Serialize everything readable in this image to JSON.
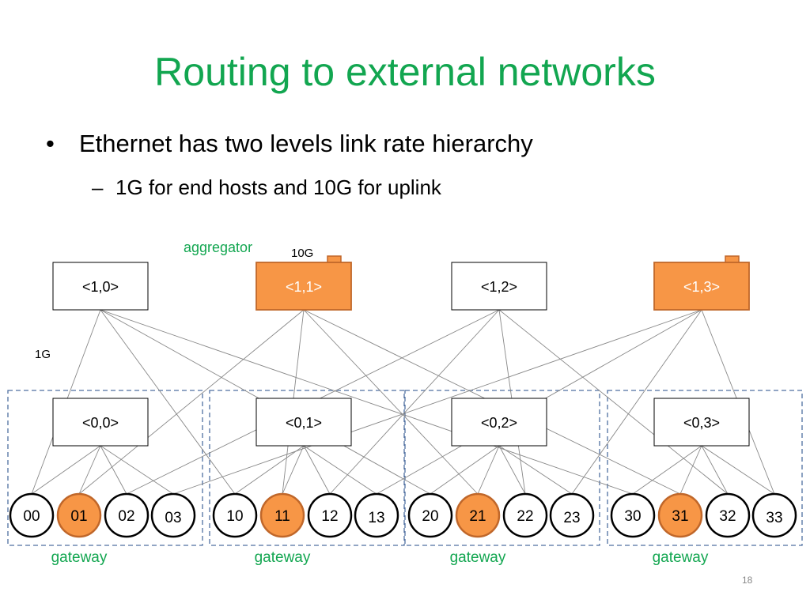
{
  "slide": {
    "title": "Routing to external networks",
    "bullet_main": "Ethernet has two levels link rate hierarchy",
    "bullet_sub": "1G for end hosts and 10G for uplink",
    "page_number": "18"
  },
  "diagram": {
    "colors": {
      "title": "#12a650",
      "highlight_fill": "#f79646",
      "highlight_stroke": "#c0672a",
      "label_green": "#12a650",
      "dashed_border": "#4f6fa0",
      "link_gray": "#888888"
    },
    "labels": {
      "aggregator": "aggregator",
      "uplink_rate": "10G",
      "host_rate": "1G",
      "gateway": "gateway"
    },
    "level1_switches": [
      {
        "label": "<1,0>",
        "highlight": false
      },
      {
        "label": "<1,1>",
        "highlight": true
      },
      {
        "label": "<1,2>",
        "highlight": false
      },
      {
        "label": "<1,3>",
        "highlight": true
      }
    ],
    "level0_switches": [
      {
        "label": "<0,0>"
      },
      {
        "label": "<0,1>"
      },
      {
        "label": "<0,2>"
      },
      {
        "label": "<0,3>"
      }
    ],
    "hosts": [
      {
        "label": "00",
        "highlight": false
      },
      {
        "label": "01",
        "highlight": true
      },
      {
        "label": "02",
        "highlight": false
      },
      {
        "label": "03",
        "highlight": false
      },
      {
        "label": "10",
        "highlight": false
      },
      {
        "label": "11",
        "highlight": true
      },
      {
        "label": "12",
        "highlight": false
      },
      {
        "label": "13",
        "highlight": false
      },
      {
        "label": "20",
        "highlight": false
      },
      {
        "label": "21",
        "highlight": true
      },
      {
        "label": "22",
        "highlight": false
      },
      {
        "label": "23",
        "highlight": false
      },
      {
        "label": "30",
        "highlight": false
      },
      {
        "label": "31",
        "highlight": true
      },
      {
        "label": "32",
        "highlight": false
      },
      {
        "label": "33",
        "highlight": false
      }
    ]
  }
}
